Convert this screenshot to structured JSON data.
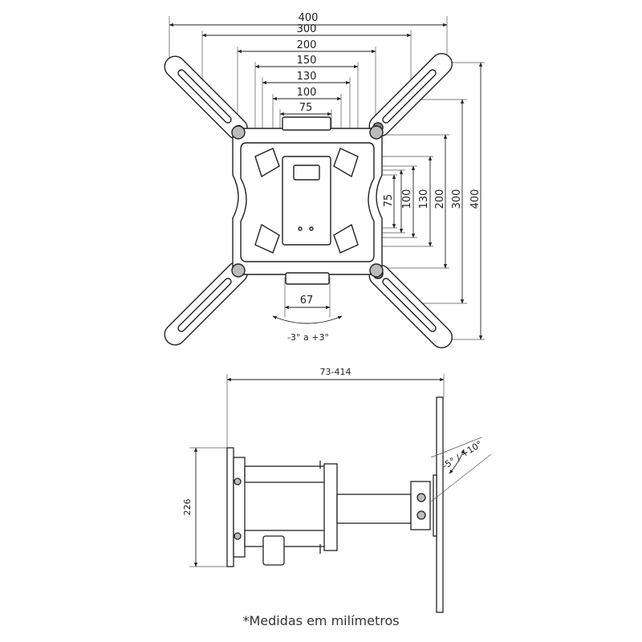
{
  "front_view": {
    "horizontal_dims": [
      "400",
      "300",
      "200",
      "150",
      "130",
      "100",
      "75"
    ],
    "vertical_dims": [
      "75",
      "100",
      "130",
      "200",
      "300",
      "400"
    ],
    "bottom_width": "67",
    "rotation": "-3° a +3°"
  },
  "side_view": {
    "extension": "73-414",
    "height": "226",
    "tilt": "-5° / +10°"
  },
  "footnote": "*Medidas em milímetros"
}
